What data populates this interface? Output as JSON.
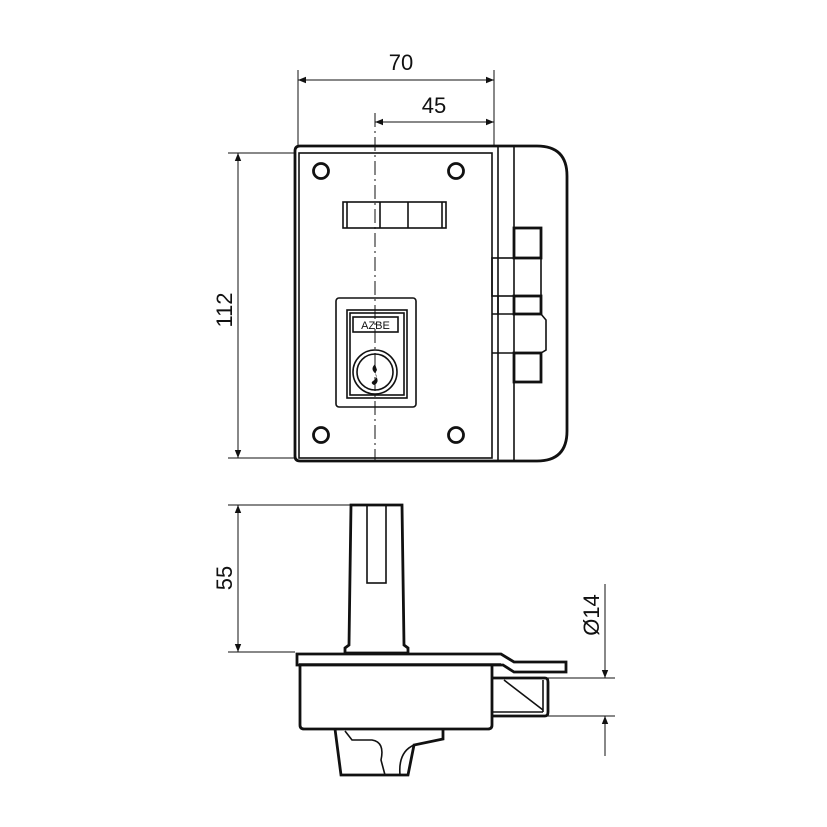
{
  "drawing": {
    "dimensions": {
      "width_total": "70",
      "width_center": "45",
      "height_front": "112",
      "height_side": "55",
      "bolt_diameter": "Ø14"
    },
    "brand": "AZBE",
    "colors": {
      "line": "#111111",
      "background": "#ffffff"
    }
  }
}
